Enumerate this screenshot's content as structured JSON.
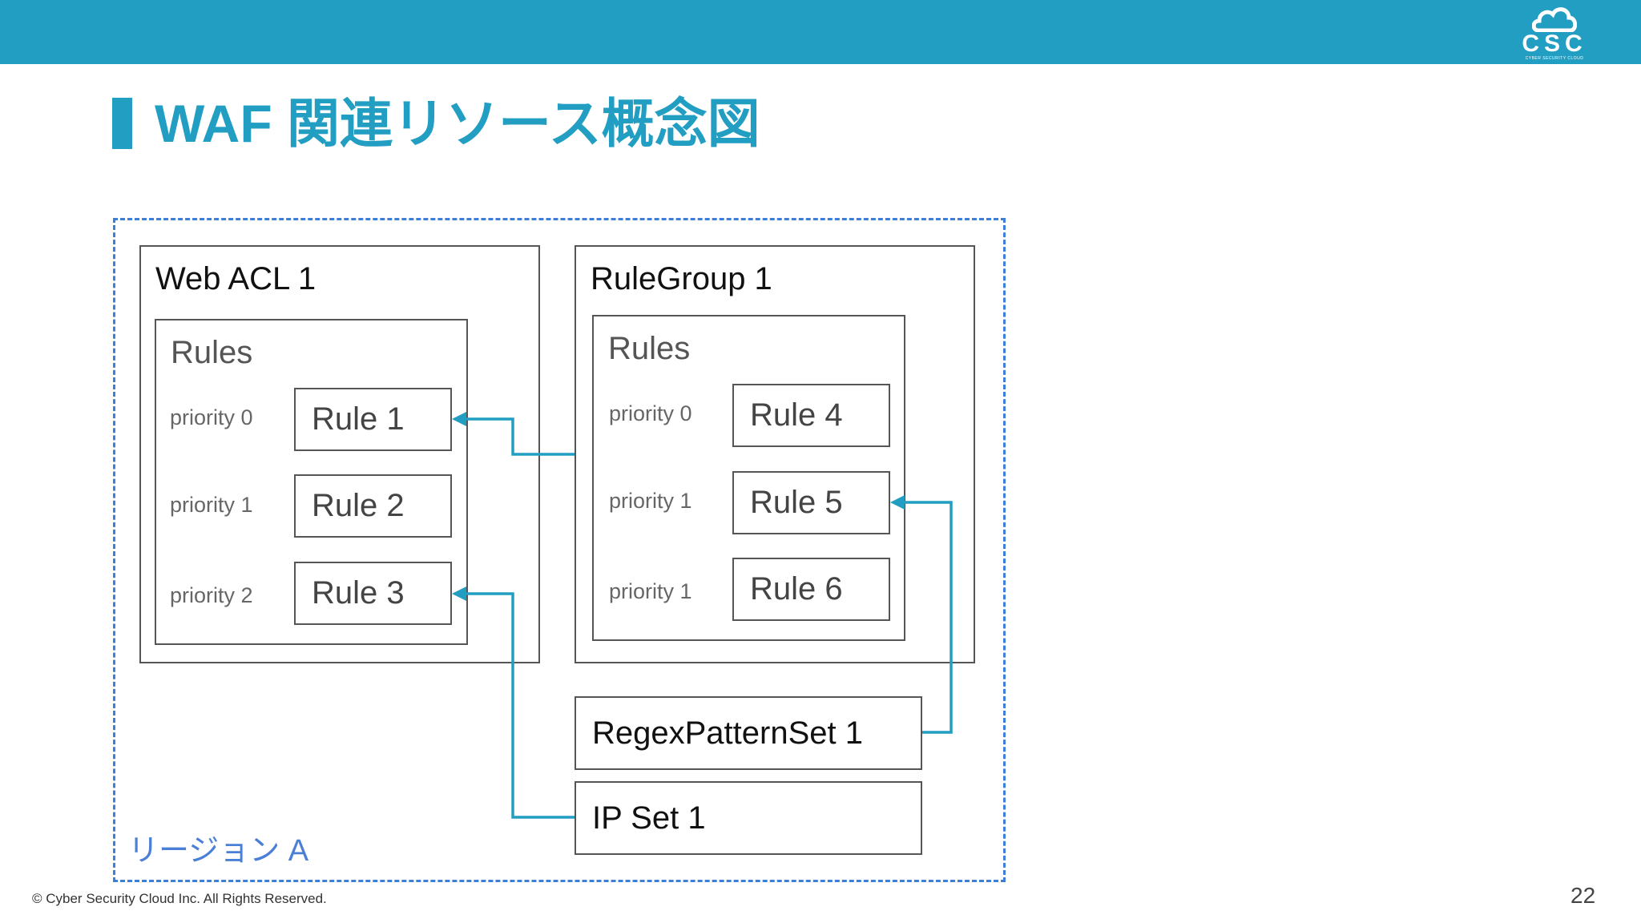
{
  "header": {
    "logo_text": "CSC",
    "logo_subtitle": "CYBER SECURITY CLOUD",
    "bar_color": "#219ec2"
  },
  "title": "WAF 関連リソース概念図",
  "region_label": "リージョン A",
  "web_acl": {
    "title": "Web ACL 1",
    "rules_label": "Rules",
    "rules": [
      {
        "priority": "priority 0",
        "name": "Rule 1"
      },
      {
        "priority": "priority 1",
        "name": "Rule 2"
      },
      {
        "priority": "priority 2",
        "name": "Rule 3"
      }
    ]
  },
  "rule_group": {
    "title": "RuleGroup 1",
    "rules_label": "Rules",
    "rules": [
      {
        "priority": "priority 0",
        "name": "Rule 4"
      },
      {
        "priority": "priority 1",
        "name": "Rule 5"
      },
      {
        "priority": "priority 1",
        "name": "Rule 6"
      }
    ]
  },
  "regex_pattern_set": "RegexPatternSet 1",
  "ip_set": "IP Set 1",
  "connector_color": "#219ec2",
  "footer": "© Cyber Security Cloud Inc. All Rights Reserved.",
  "page_number": "22"
}
